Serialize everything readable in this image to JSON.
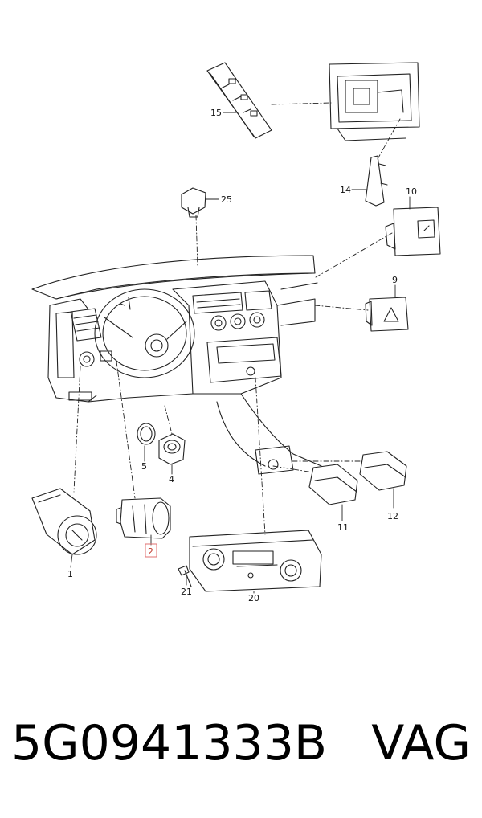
{
  "diagram": {
    "callouts": [
      {
        "id": "c1",
        "label": "1"
      },
      {
        "id": "c2",
        "label": "2",
        "highlighted": true
      },
      {
        "id": "c4",
        "label": "4"
      },
      {
        "id": "c5",
        "label": "5"
      },
      {
        "id": "c9",
        "label": "9"
      },
      {
        "id": "c10",
        "label": "10"
      },
      {
        "id": "c11",
        "label": "11"
      },
      {
        "id": "c12",
        "label": "12"
      },
      {
        "id": "c14",
        "label": "14"
      },
      {
        "id": "c15",
        "label": "15"
      },
      {
        "id": "c20",
        "label": "20"
      },
      {
        "id": "c21",
        "label": "21"
      },
      {
        "id": "c25",
        "label": "25"
      }
    ],
    "highlight_color": "#e07070"
  },
  "footer": {
    "part_number": "5G0941333B",
    "brand": "VAG"
  }
}
